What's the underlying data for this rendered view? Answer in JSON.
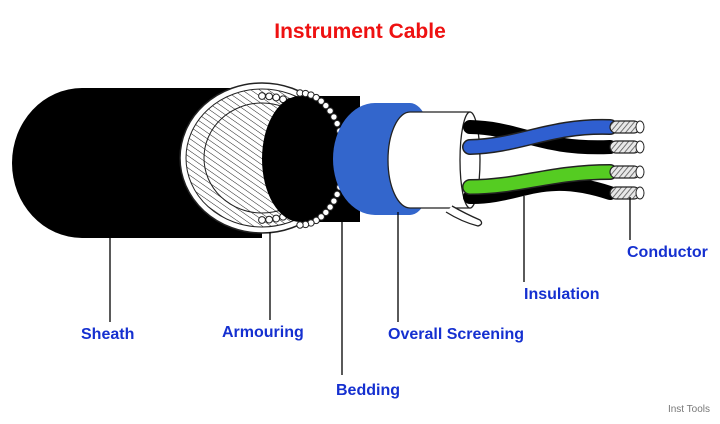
{
  "title": "Instrument Cable",
  "labels": {
    "sheath": "Sheath",
    "armouring": "Armouring",
    "bedding": "Bedding",
    "overall_screening": "Overall Screening",
    "insulation": "Insulation",
    "conductor": "Conductor"
  },
  "watermark": "Inst Tools",
  "colors": {
    "title": "#ee1111",
    "label": "#1530d0",
    "sheath": "#000000",
    "screen": "#3366cc",
    "pair_blue": "#2f5fd0",
    "pair_green": "#55cc22"
  }
}
